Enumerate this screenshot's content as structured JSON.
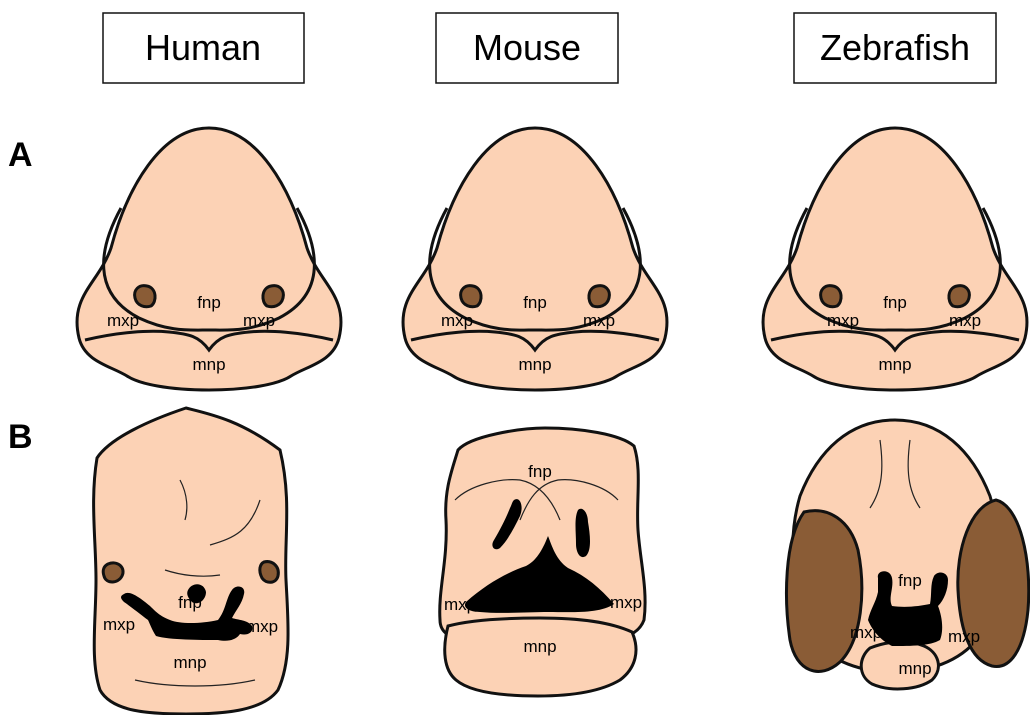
{
  "colors": {
    "skin": "#fcd2b5",
    "outline": "#111111",
    "brown": "#8a5c36",
    "black": "#000000"
  },
  "headers": [
    "Human",
    "Mouse",
    "Zebrafish"
  ],
  "rows": [
    "A",
    "B"
  ],
  "row_a": {
    "fnp": "fnp",
    "mxp": "mxp",
    "mnp": "mnp"
  },
  "row_b": {
    "human": {
      "fnp": "fnp",
      "mxp_left": "mxp",
      "mxp_right": "mxp",
      "mnp": "mnp"
    },
    "mouse": {
      "fnp": "fnp",
      "mxp_left": "mxp",
      "mxp_right": "mxp",
      "mnp": "mnp"
    },
    "zebrafish": {
      "fnp": "fnp",
      "mxp_left": "mxp",
      "mxp_right": "mxp",
      "mnp": "mnp"
    }
  }
}
